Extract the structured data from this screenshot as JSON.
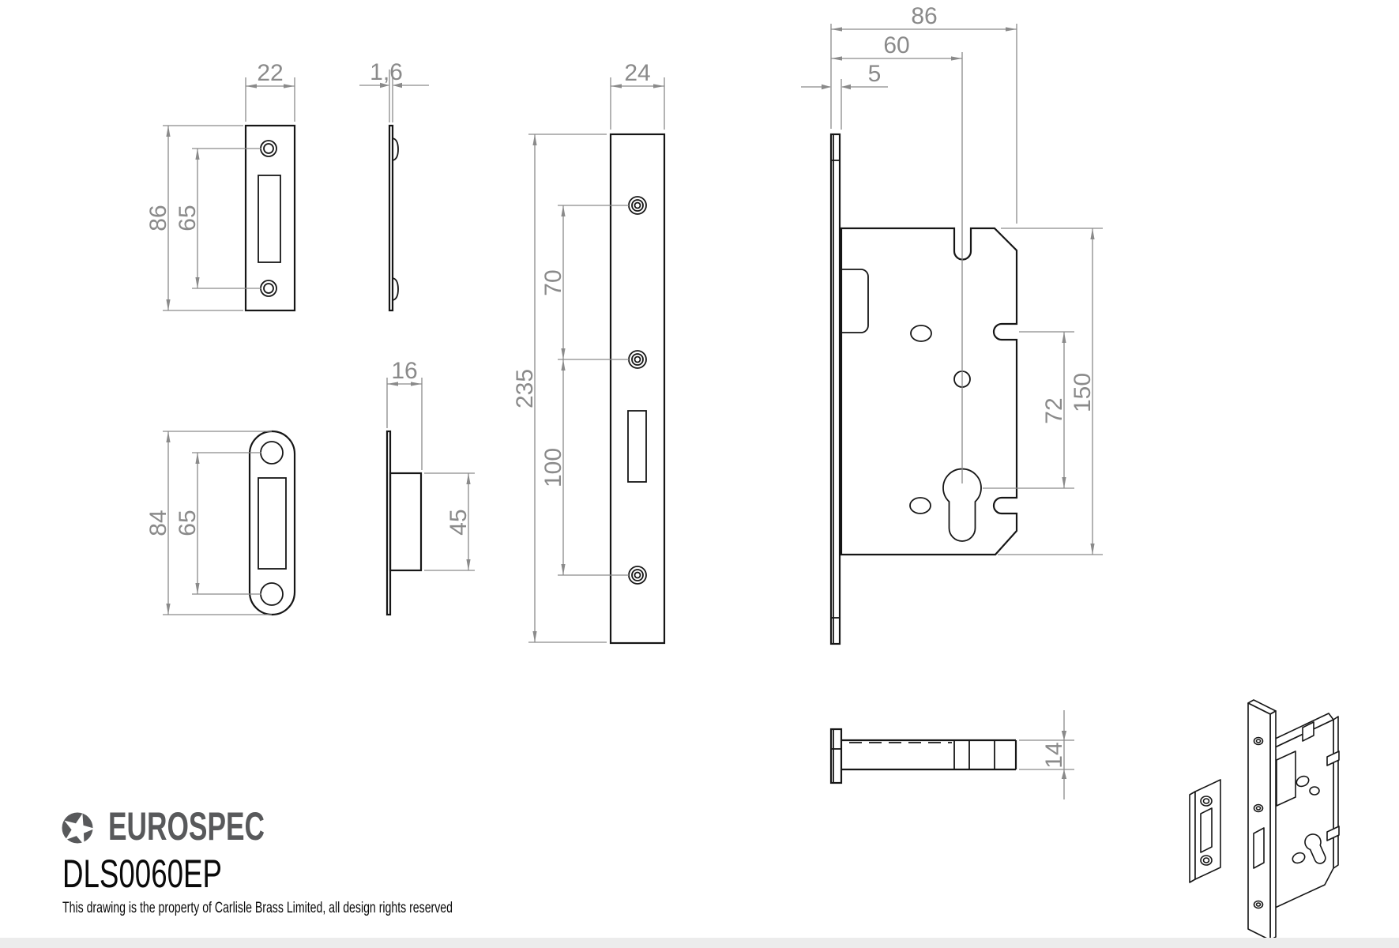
{
  "title_block": {
    "brand": "EUROSPEC",
    "product_code": "DLS0060EP",
    "copyright": "This drawing is the property of Carlisle Brass Limited, all design rights reserved"
  },
  "colors": {
    "drawing_line": "#161616",
    "dimension_gray": "#8a8a8a",
    "logo_gray": "#58595b",
    "background": "#ffffff"
  },
  "dims": {
    "strike_plate": {
      "width": "22",
      "height": "86",
      "hole_centres": "65",
      "thickness": "1,6"
    },
    "radius_plate": {
      "height": "84",
      "hole_centres": "65"
    },
    "dust_box": {
      "depth": "16",
      "height": "45"
    },
    "forend": {
      "width": "24",
      "length": "235",
      "upper_hole_spacing": "70",
      "lower_hole_spacing": "100"
    },
    "case": {
      "overall_depth": "86",
      "backset": "60",
      "faceplate_offset": "5",
      "cylinder_to_notch": "72",
      "height": "150"
    },
    "bolt": {
      "height": "14"
    }
  }
}
